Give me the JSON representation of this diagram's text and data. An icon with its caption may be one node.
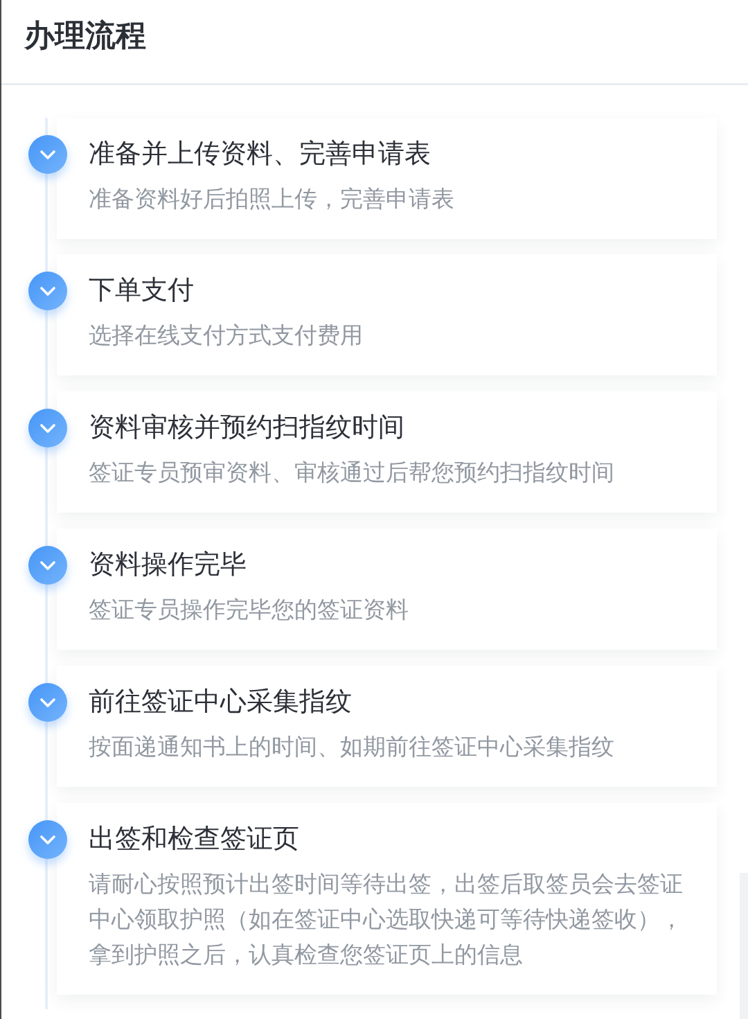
{
  "diagram": {
    "title": "办理流程",
    "nodes": [
      {
        "text": [
          "准备并上传资料、完善申请表",
          "准备资料好后拍照上传，完善申请表"
        ]
      },
      {
        "text": [
          "下单支付",
          "选择在线支付方式支付费用"
        ]
      },
      {
        "text": [
          "资料审核并预约扫指纹时间",
          "签证专员预审资料、审核通过后帮您预约扫指纹时间"
        ]
      },
      {
        "text": [
          "资料操作完毕",
          "签证专员操作完毕您的签证资料"
        ]
      },
      {
        "text": [
          "前往签证中心采集指纹",
          "按面递通知书上的时间、如期前往签证中心采集指纹"
        ]
      },
      {
        "text": [
          "出签和检查签证页",
          "请耐心按照预计出签时间等待出签，出签后取签员会去签证中心领取护照（如在签证中心选取快递可等待快递签收），拿到护照之后，认真检查您签证页上的信息"
        ]
      }
    ]
  }
}
